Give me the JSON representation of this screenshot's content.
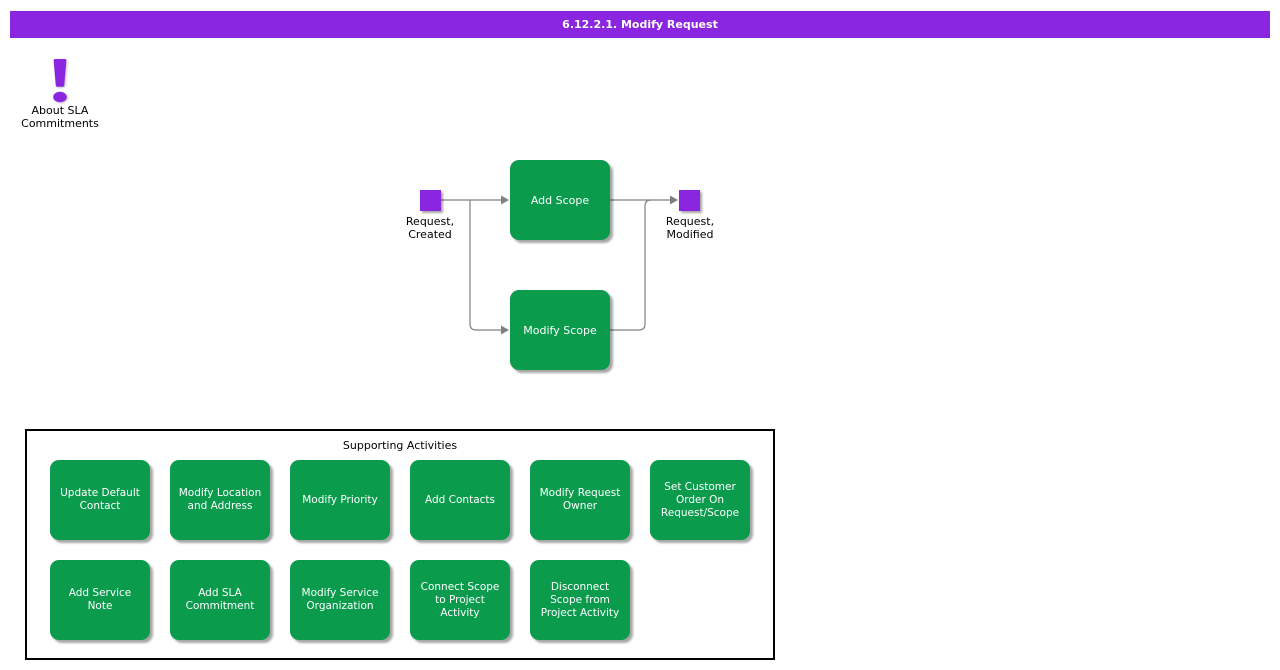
{
  "title_bar": {
    "text": "6.12.2.1. Modify Request"
  },
  "colors": {
    "purple": "#8A26DF",
    "green": "#0A9B4D",
    "line_gray": "#808080"
  },
  "about_note": {
    "icon": "exclamation",
    "label": "About SLA\nCommitments"
  },
  "flow": {
    "events": [
      {
        "id": "request-created",
        "label": "Request,\nCreated"
      },
      {
        "id": "request-modified",
        "label": "Request,\nModified"
      }
    ],
    "activities": [
      {
        "id": "add-scope",
        "label": "Add Scope"
      },
      {
        "id": "modify-scope",
        "label": "Modify Scope"
      }
    ]
  },
  "supporting": {
    "title": "Supporting Activities",
    "buttons_row1": [
      "Update Default Contact",
      "Modify Location and Address",
      "Modify Priority",
      "Add Contacts",
      "Modify Request Owner",
      "Set Customer Order On Request/Scope"
    ],
    "buttons_row2": [
      "Add Service Note",
      "Add SLA Commitment",
      "Modify Service Organization",
      "Connect Scope to Project Activity",
      "Disconnect Scope from Project Activity"
    ]
  }
}
